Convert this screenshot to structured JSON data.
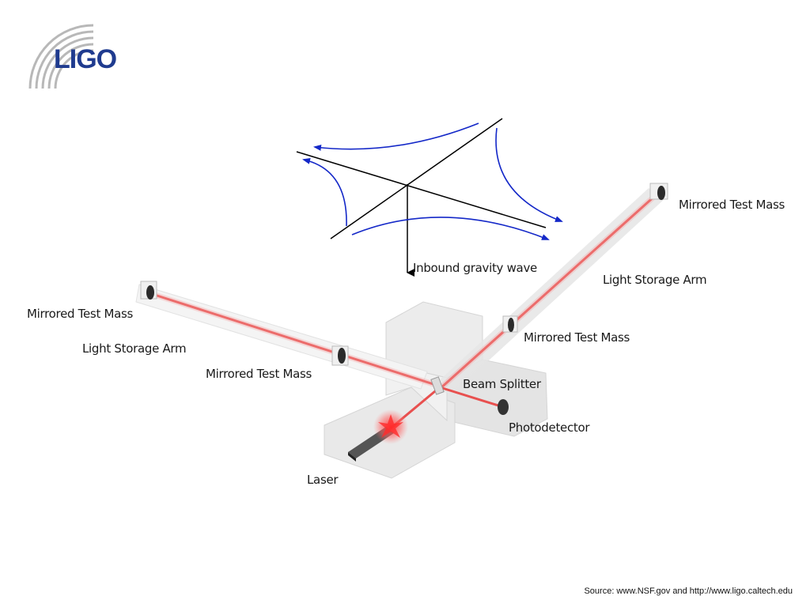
{
  "logo": {
    "text": "LIGO",
    "color": "#1f3b8f"
  },
  "labels": {
    "inbound_wave": "Inbound gravity wave",
    "mirrored_mass_far_right": "Mirrored Test Mass",
    "storage_arm_right": "Light Storage Arm",
    "mirrored_mass_near_right": "Mirrored Test Mass",
    "beam_splitter": "Beam Splitter",
    "photodetector": "Photodetector",
    "laser": "Laser",
    "mirrored_mass_far_left": "Mirrored Test Mass",
    "storage_arm_left": "Light Storage Arm",
    "mirrored_mass_near_left": "Mirrored Test Mass"
  },
  "source": "Source: www.NSF.gov and http://www.ligo.caltech.edu",
  "colors": {
    "beam": "#e8504f",
    "wave_arrows": "#1428c8",
    "housing": "#e6e6e6"
  }
}
